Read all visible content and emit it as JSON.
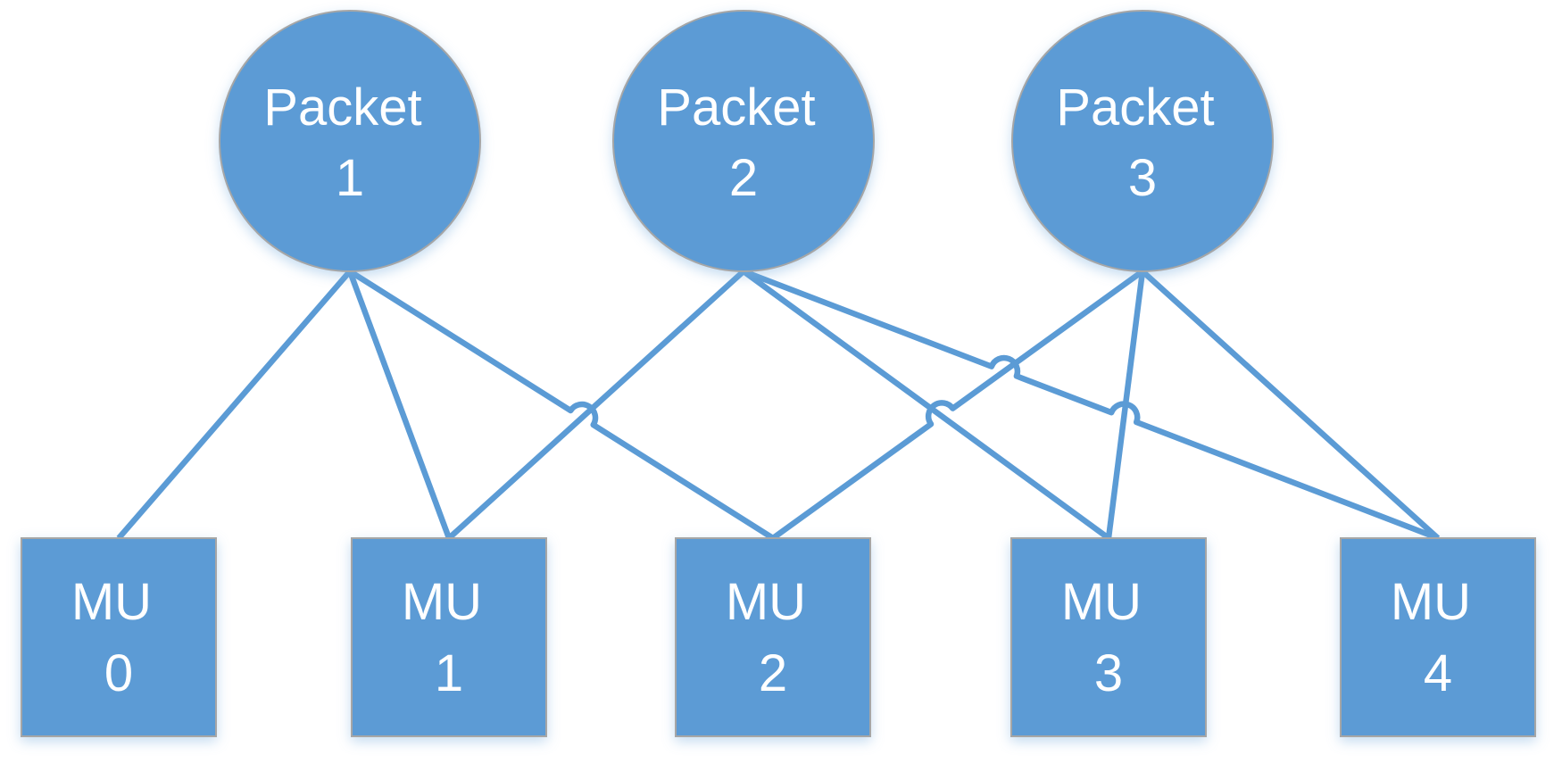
{
  "colors": {
    "background": "#ffffff",
    "node_fill": "#5B9BD5",
    "node_stroke": "#A6A6A6",
    "edge": "#5B9BD5",
    "label": "#ffffff",
    "glow": "#7FB2E0"
  },
  "packets": [
    {
      "word": "Packet",
      "number": "1"
    },
    {
      "word": "Packet",
      "number": "2"
    },
    {
      "word": "Packet",
      "number": "3"
    }
  ],
  "mus": [
    {
      "word": "MU",
      "number": "0"
    },
    {
      "word": "MU",
      "number": "1"
    },
    {
      "word": "MU",
      "number": "2"
    },
    {
      "word": "MU",
      "number": "3"
    },
    {
      "word": "MU",
      "number": "4"
    }
  ],
  "edges": [
    {
      "from": "Packet 1",
      "to": "MU 0"
    },
    {
      "from": "Packet 1",
      "to": "MU 1"
    },
    {
      "from": "Packet 1",
      "to": "MU 2"
    },
    {
      "from": "Packet 2",
      "to": "MU 1"
    },
    {
      "from": "Packet 2",
      "to": "MU 3"
    },
    {
      "from": "Packet 2",
      "to": "MU 4"
    },
    {
      "from": "Packet 3",
      "to": "MU 2"
    },
    {
      "from": "Packet 3",
      "to": "MU 3"
    },
    {
      "from": "Packet 3",
      "to": "MU 4"
    }
  ]
}
